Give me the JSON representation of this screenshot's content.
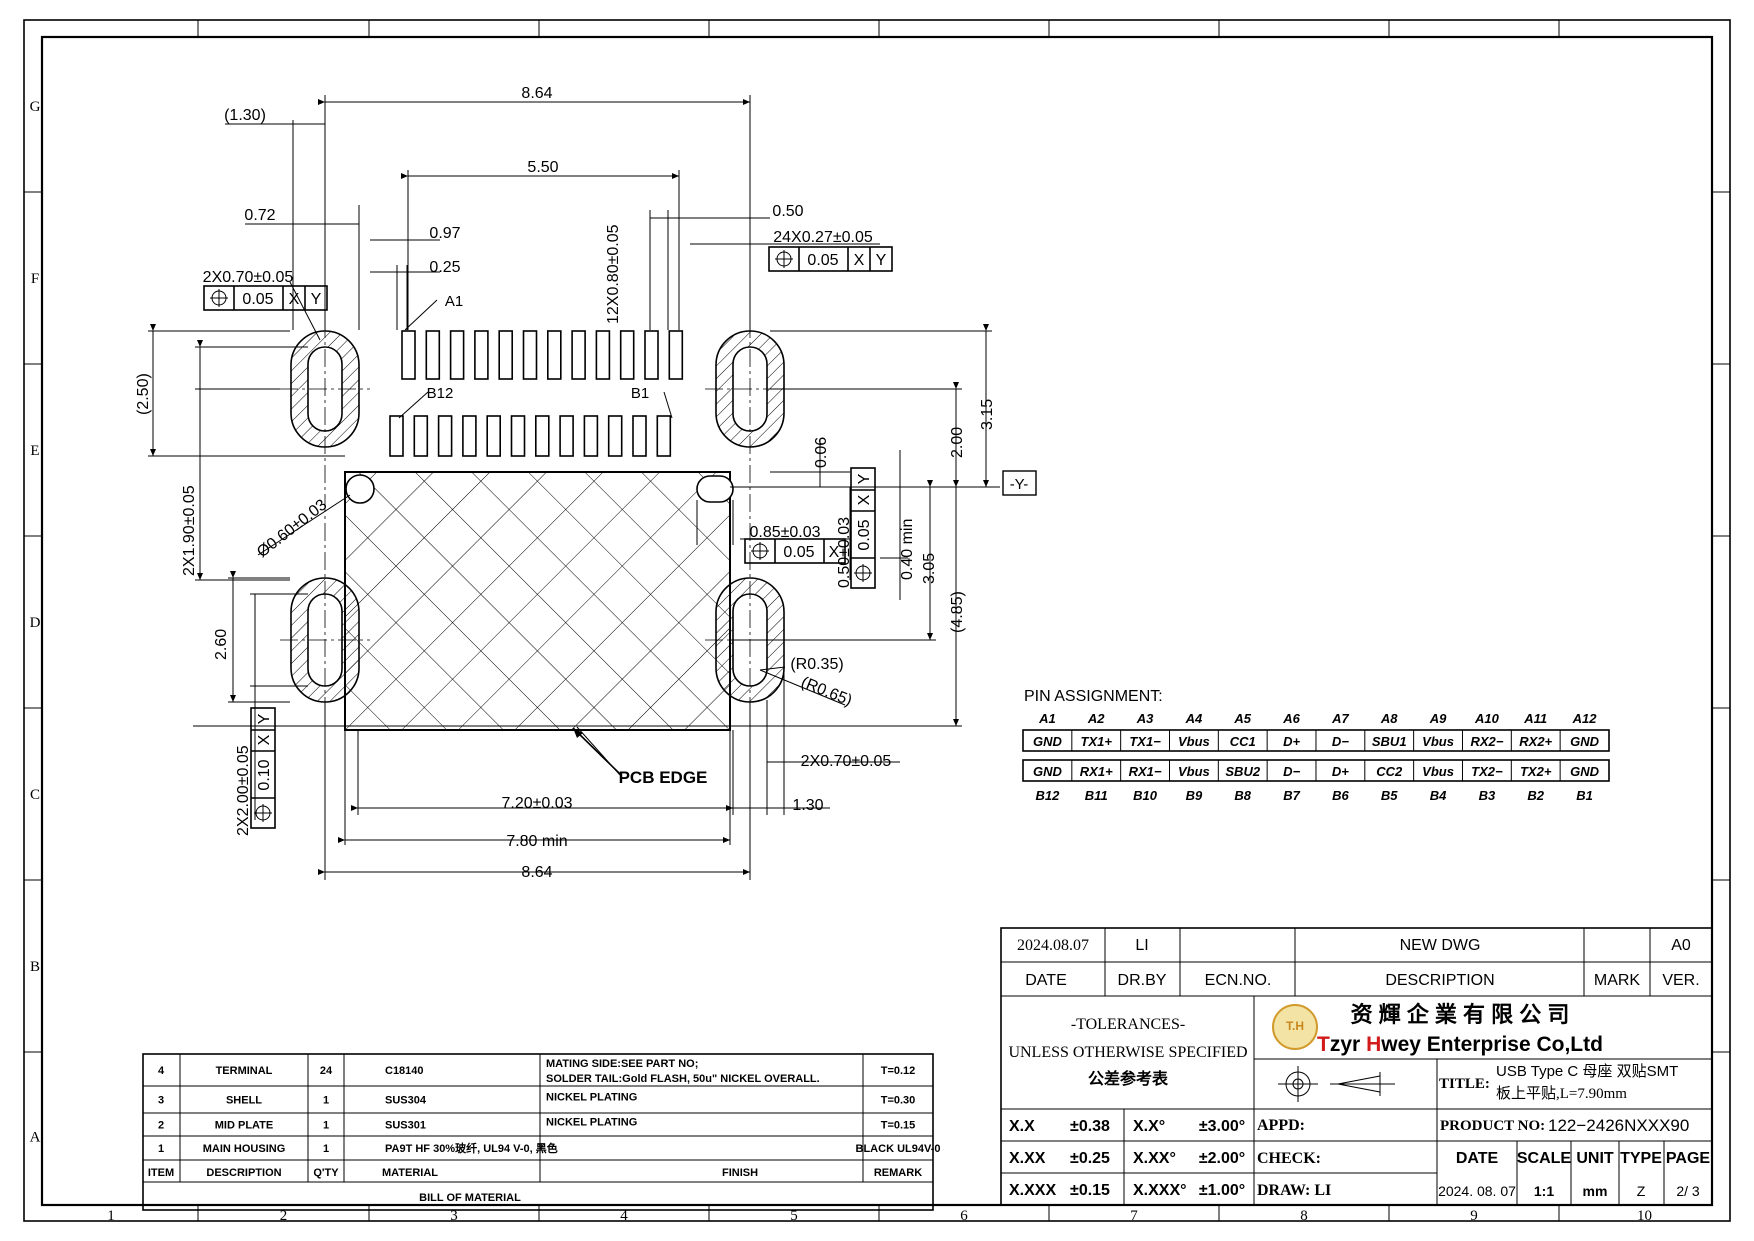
{
  "border": {
    "columns": [
      "1",
      "2",
      "3",
      "4",
      "5",
      "6",
      "7",
      "8",
      "9",
      "10"
    ],
    "rows": [
      "G",
      "F",
      "E",
      "D",
      "C",
      "B",
      "A"
    ]
  },
  "dimensions": {
    "top_width": "8.64",
    "inner_width": "5.50",
    "left_offset": "(1.30)",
    "d072": "0.72",
    "d097": "0.97",
    "d025": "0.25",
    "d050": "0.50",
    "pitch": "12X0.80±0.05",
    "pin_width": "24X0.27±0.05",
    "hole_tol_top": "2X0.70±0.05",
    "fcf_value": "0.05",
    "fcf_x": "X",
    "fcf_y": "Y",
    "label_a1": "A1",
    "label_b12": "B12",
    "label_b1": "B1",
    "d250": "(2.50)",
    "d190": "2X1.90±0.05",
    "d060": "Ø0.60±0.03",
    "d085": "0.85±0.03",
    "d006": "0.06",
    "d200": "2.00",
    "d315": "3.15",
    "datum_y": "-Y-",
    "d050b": "0.50±0.03",
    "d005": "0.05",
    "d040": "0.40 min",
    "d305": "3.05",
    "d485": "(4.85)",
    "d260": "2.60",
    "r035": "(R0.35)",
    "r065": "(R0.65)",
    "d200b": "2X2.00±0.05",
    "fcf_010": "0.10",
    "hole_tol_bottom": "2X0.70±0.05",
    "pcb_edge": "PCB EDGE",
    "d720": "7.20±0.03",
    "d130": "1.30",
    "d780": "7.80 min",
    "bottom_width": "8.64"
  },
  "pin_assignment": {
    "title": "PIN ASSIGNMENT:",
    "top_labels": [
      "A1",
      "A2",
      "A3",
      "A4",
      "A5",
      "A6",
      "A7",
      "A8",
      "A9",
      "A10",
      "A11",
      "A12"
    ],
    "top_signals": [
      "GND",
      "TX1+",
      "TX1−",
      "Vbus",
      "CC1",
      "D+",
      "D−",
      "SBU1",
      "Vbus",
      "RX2−",
      "RX2+",
      "GND"
    ],
    "bottom_signals": [
      "GND",
      "RX1+",
      "RX1−",
      "Vbus",
      "SBU2",
      "D−",
      "D+",
      "CC2",
      "Vbus",
      "TX2−",
      "TX2+",
      "GND"
    ],
    "bottom_labels": [
      "B12",
      "B11",
      "B10",
      "B9",
      "B8",
      "B7",
      "B6",
      "B5",
      "B4",
      "B3",
      "B2",
      "B1"
    ]
  },
  "bom": {
    "rows": [
      {
        "item": "4",
        "desc": "TERMINAL",
        "qty": "24",
        "material": "C18140",
        "finish1": "MATING SIDE:SEE PART  NO;",
        "finish2": "SOLDER TAIL:Gold FLASH, 50u\" NICKEL OVERALL.",
        "remark": "T=0.12"
      },
      {
        "item": "3",
        "desc": "SHELL",
        "qty": "1",
        "material": "SUS304",
        "finish1": "NICKEL PLATING",
        "finish2": "",
        "remark": "T=0.30"
      },
      {
        "item": "2",
        "desc": "MID PLATE",
        "qty": "1",
        "material": "SUS301",
        "finish1": "NICKEL PLATING",
        "finish2": "",
        "remark": "T=0.15"
      },
      {
        "item": "1",
        "desc": "MAIN HOUSING",
        "qty": "1",
        "material": "PA9T  HF 30%玻纤, UL94 V-0, 黑色",
        "finish1": "",
        "finish2": "",
        "remark": "BLACK UL94V-0"
      }
    ],
    "header": {
      "item": "ITEM",
      "desc": "DESCRIPTION",
      "qty": "Q'TY",
      "material": "MATERIAL",
      "finish": "FINISH",
      "remark": "REMARK"
    },
    "footer": "BILL OF MATERIAL"
  },
  "title_block": {
    "rev_date": "2024.08.07",
    "rev_by": "LI",
    "rev_desc": "NEW  DWG",
    "rev_ver": "A0",
    "hdr_date": "DATE",
    "hdr_drby": "DR.BY",
    "hdr_ecn": "ECN.NO.",
    "hdr_desc": "DESCRIPTION",
    "hdr_mark": "MARK",
    "hdr_ver": "VER.",
    "tol_title": "-TOLERANCES-",
    "tol_sub": "UNLESS OTHERWISE SPECIFIED",
    "tol_cn": "公差参考表",
    "company_cn": "资 輝 企 業 有 限 公 司",
    "company_en_t": "T",
    "company_en_zyr": "zyr ",
    "company_en_h": "H",
    "company_en_rest": "wey Enterprise Co,Ltd",
    "logo_text": "T.H",
    "title_label": "TITLE:",
    "title_line1": "USB Type C  母座  双贴SMT",
    "title_line2": "板上平贴,L=7.90mm",
    "tol_rows": [
      {
        "a": "X.X",
        "b": "±0.38",
        "c": "X.X°",
        "d": "±3.00°"
      },
      {
        "a": "X.XX",
        "b": "±0.25",
        "c": "X.XX°",
        "d": "±2.00°"
      },
      {
        "a": "X.XXX",
        "b": "±0.15",
        "c": "X.XXX°",
        "d": "±1.00°"
      }
    ],
    "appd": "APPD:",
    "check": "CHECK:",
    "draw": "DRAW:  LI",
    "product_label": "PRODUCT NO:",
    "product_no": "122−2426NXXX90",
    "h_date": "DATE",
    "h_scale": "SCALE",
    "h_unit": "UNIT",
    "h_type": "TYPE",
    "h_page": "PAGE",
    "v_date": "2024. 08. 07",
    "v_scale": "1:1",
    "v_unit": "mm",
    "v_type": "Z",
    "v_page": "2/ 3"
  }
}
